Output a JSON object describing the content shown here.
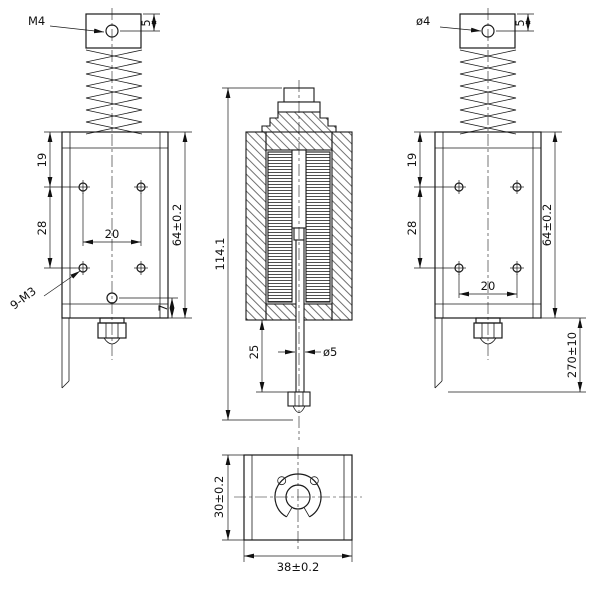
{
  "canvas": {
    "background": "#ffffff",
    "line_color": "#1a1a1a"
  },
  "views": {
    "left": {
      "thread_label": "M4",
      "dim_5": "5",
      "dim_19": "19",
      "dim_28": "28",
      "dim_20": "20",
      "dim_64": "64±0.2",
      "dim_7": "7",
      "holes_label": "9-M3"
    },
    "center": {
      "dim_height": "114.1",
      "dim_25": "25",
      "dim_rod": "ø5"
    },
    "right": {
      "hole_label": "ø4",
      "dim_5": "5",
      "dim_19": "19",
      "dim_28": "28",
      "dim_20": "20",
      "dim_64": "64±0.2",
      "dim_270": "270±10"
    },
    "bottom": {
      "dim_30": "30±0.2",
      "dim_38": "38±0.2"
    }
  }
}
